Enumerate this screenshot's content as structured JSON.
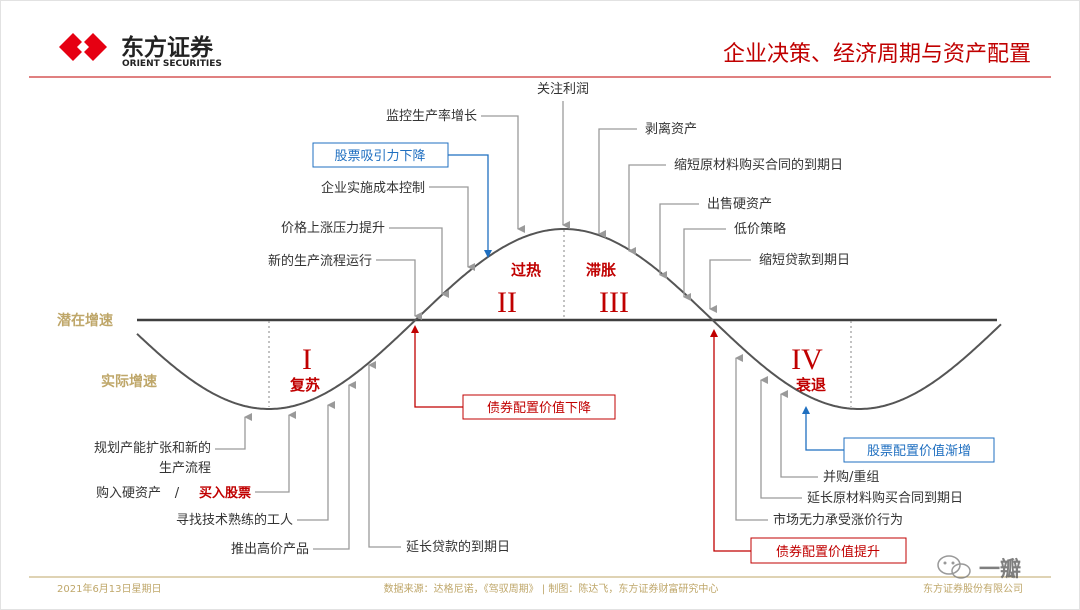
{
  "header": {
    "logo_cn": "东方证券",
    "logo_en": "ORIENT SECURITIES",
    "title": "企业决策、经济周期与资产配置"
  },
  "axes": {
    "potential_growth": "潜在增速",
    "actual_growth": "实际增速"
  },
  "phases": [
    {
      "numeral": "I",
      "label": "复苏"
    },
    {
      "numeral": "II",
      "label": "过热"
    },
    {
      "numeral": "III",
      "label": "滞胀"
    },
    {
      "numeral": "IV",
      "label": "衰退"
    }
  ],
  "annotations": {
    "top_center": "关注利润",
    "upper_left": [
      "监控生产率增长",
      "股票吸引力下降",
      "企业实施成本控制",
      "价格上涨压力提升",
      "新的生产流程运行"
    ],
    "upper_right": [
      "剥离资产",
      "缩短原材料购买合同的到期日",
      "出售硬资产",
      "低价策略",
      "缩短贷款到期日"
    ],
    "lower_left": {
      "plan_line1": "规划产能扩张和新的",
      "plan_line2": "生产流程",
      "buy_hard_assets": "购入硬资产",
      "separator": "/",
      "buy_stocks": "买入股票",
      "find_workers": "寻找技术熟练的工人",
      "launch_products": "推出高价产品",
      "extend_loans": "延长贷款的到期日"
    },
    "bond_value_down": "债券配置价值下降",
    "lower_right": {
      "stock_value_up": "股票配置价值渐增",
      "mna": "并购/重组",
      "extend_contracts": "延长原材料购买合同到期日",
      "market_weak": "市场无力承受涨价行为",
      "bond_value_up": "债券配置价值提升"
    }
  },
  "footer": {
    "date": "2021年6月13日星期日",
    "source": "数据来源：达格尼诺，《驾驭周期》 | 制图：陈达飞，东方证券财富研究中心",
    "company": "东方证券股份有限公司",
    "watermark": "一瓣"
  },
  "colors": {
    "brand_red": "#e60012",
    "title_red": "#c00000",
    "dark_red": "#c00000",
    "blue": "#1f6fc0",
    "gold": "#bfa76a",
    "gray_text": "#333333",
    "arrow_gray": "#9a9a9a",
    "curve": "#555555"
  }
}
